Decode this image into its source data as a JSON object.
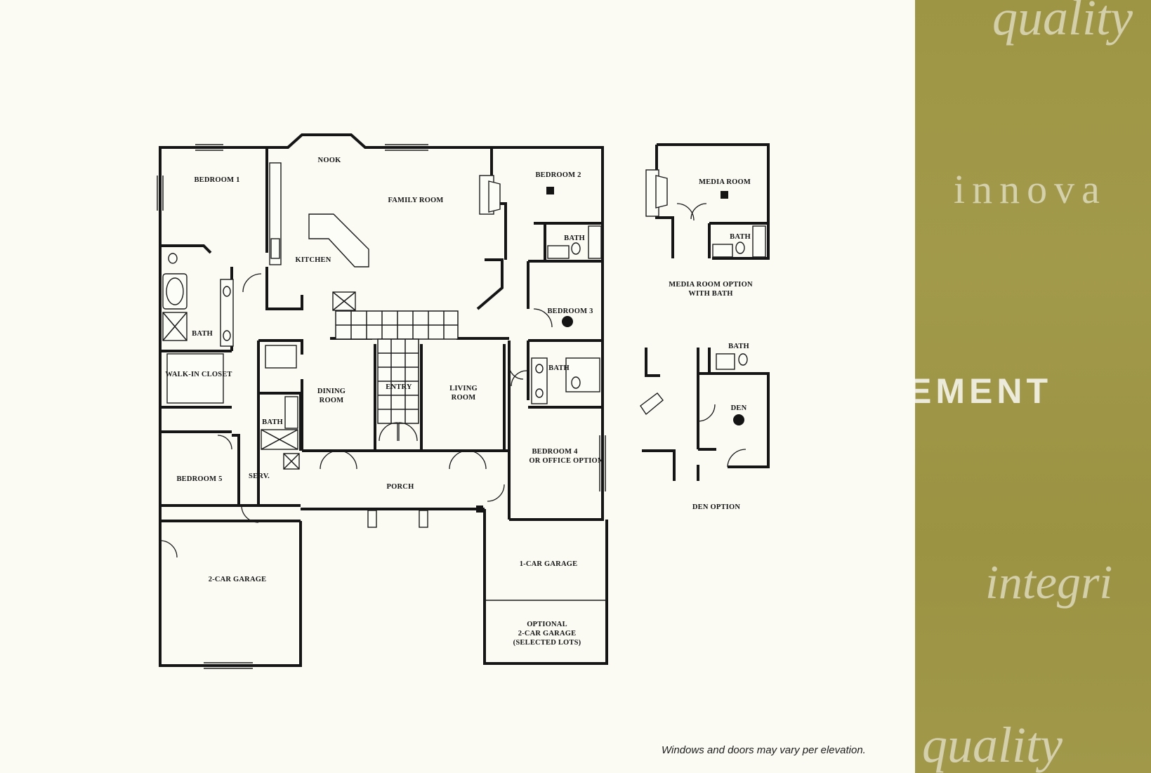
{
  "rooms": {
    "bedroom_1": "BEDROOM 1",
    "nook": "NOOK",
    "family_room": "FAMILY ROOM",
    "kitchen": "KITCHEN",
    "bedroom_2": "BEDROOM 2",
    "bath_bedroom_2": "BATH",
    "bath_master": "BATH",
    "walk_in_closet": "WALK-IN CLOSET",
    "bedroom_3": "BEDROOM 3",
    "bath_bedroom_3": "BATH",
    "dining_room_line1": "DINING",
    "dining_room_line2": "ROOM",
    "entry": "ENTRY",
    "living_room_line1": "LIVING",
    "living_room_line2": "ROOM",
    "bath_hall": "BATH",
    "bedroom_4_line1": "BEDROOM 4",
    "bedroom_4_line2": "OR OFFICE OPTION",
    "bedroom_5": "BEDROOM 5",
    "serv": "SERV.",
    "porch": "PORCH",
    "two_car_garage": "2-CAR GARAGE",
    "one_car_garage": "1-CAR GARAGE",
    "optional_garage_line1": "OPTIONAL",
    "optional_garage_line2": "2-CAR GARAGE",
    "optional_garage_line3": "(SELECTED LOTS)"
  },
  "media_option": {
    "room": "MEDIA ROOM",
    "bath": "BATH",
    "caption_line1": "MEDIA ROOM OPTION",
    "caption_line2": "WITH BATH"
  },
  "den_option": {
    "bath": "BATH",
    "room": "DEN",
    "caption": "DEN OPTION"
  },
  "side_panel": {
    "words": [
      "quality",
      "innova",
      "EMENT",
      "integri",
      "quality"
    ],
    "color": "#9e9544"
  },
  "footer_note": "Windows and doors may vary per elevation."
}
